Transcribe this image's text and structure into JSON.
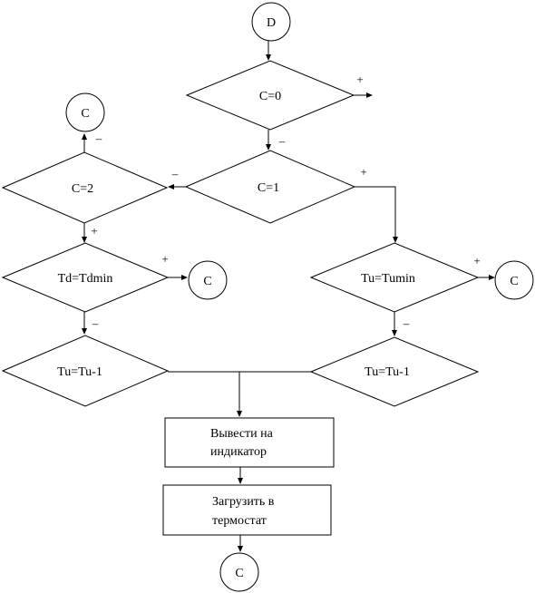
{
  "connectors": {
    "start": "D",
    "c_top_left": "C",
    "c_td_plus": "C",
    "c_tu_plus": "C",
    "c_end": "C"
  },
  "decisions": {
    "c0": "C=0",
    "c1": "C=1",
    "c2": "C=2",
    "td_tdmin": "Td=Tdmin",
    "tu_tumin": "Tu=Tumin",
    "tu_dec_left": "Tu=Tu-1",
    "tu_dec_right": "Tu=Tu-1"
  },
  "processes": {
    "display_line1": "Вывести на",
    "display_line2": "индикатор",
    "load_line1": "Загрузить в",
    "load_line2": "термостат"
  },
  "signs": {
    "c0_plus": "+",
    "c0_minus": "–",
    "c1_plus": "+",
    "c1_minus": "–",
    "c2_plus": "+",
    "c2_minus": "–",
    "td_plus": "+",
    "td_minus": "–",
    "tu_plus": "+",
    "tu_minus": "–"
  }
}
